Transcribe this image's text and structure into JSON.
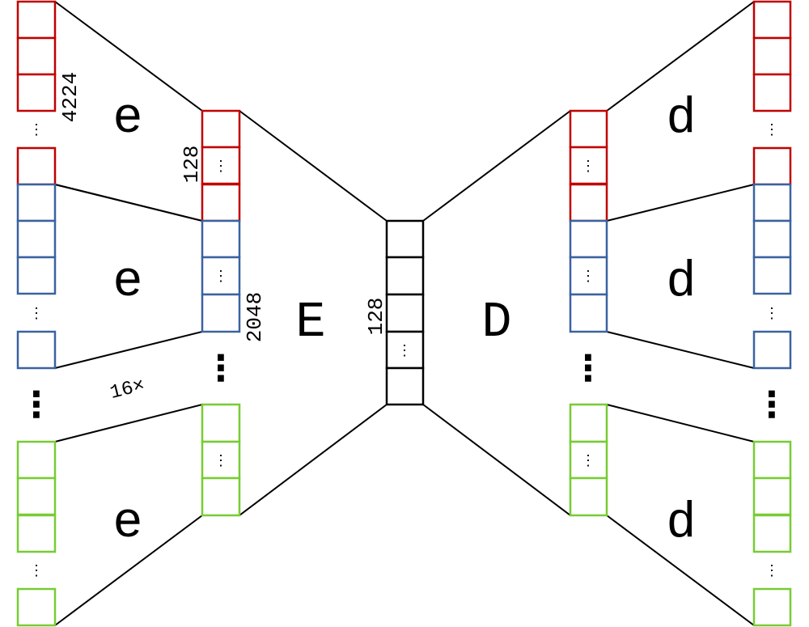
{
  "colors": {
    "red": "#c00000",
    "blue": "#3a62a0",
    "green": "#77cc33",
    "black": "#000000"
  },
  "labels": {
    "input_dim": "4224",
    "group_latent_dim": "128",
    "concat_dim": "2048",
    "bottleneck_dim": "128",
    "repeat_count": "16×"
  },
  "modules": {
    "small_encoder": "e",
    "big_encoder": "E",
    "big_decoder": "D",
    "small_decoder": "d"
  },
  "glyphs": {
    "vdots": "⋮"
  }
}
